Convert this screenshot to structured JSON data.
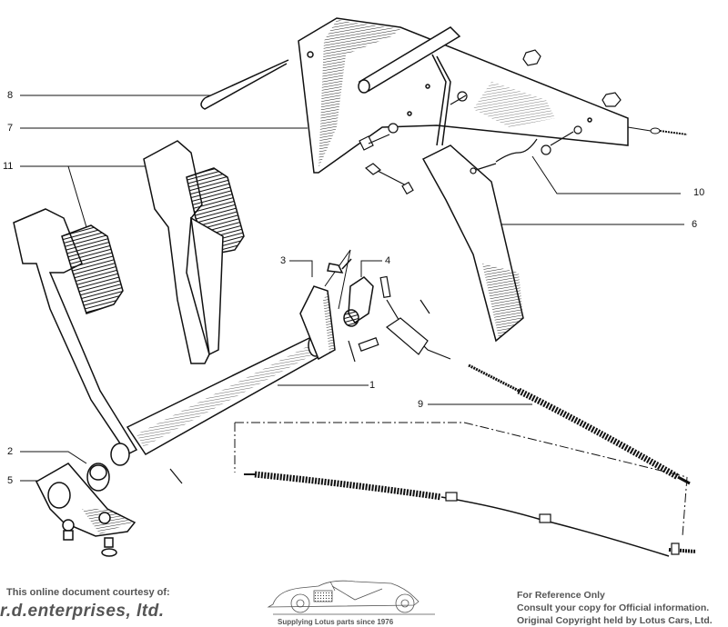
{
  "diagram": {
    "title": "Pedal assembly exploded view",
    "callouts": [
      {
        "id": "c8",
        "label": "8"
      },
      {
        "id": "c7",
        "label": "7"
      },
      {
        "id": "c11",
        "label": "11"
      },
      {
        "id": "c3",
        "label": "3"
      },
      {
        "id": "c4",
        "label": "4"
      },
      {
        "id": "c10",
        "label": "10"
      },
      {
        "id": "c6",
        "label": "6"
      },
      {
        "id": "c1",
        "label": "1"
      },
      {
        "id": "c9",
        "label": "9"
      },
      {
        "id": "c2",
        "label": "2"
      },
      {
        "id": "c5",
        "label": "5"
      }
    ]
  },
  "footer": {
    "courtesy": "This online document courtesy of:",
    "company": "r.d.enterprises, ltd.",
    "tagline": "Supplying Lotus parts since 1976",
    "notice": [
      "For Reference Only",
      "Consult your copy for Official information.",
      "Original Copyright held by Lotus Cars, Ltd."
    ]
  },
  "colors": {
    "ink": "#111111",
    "footer_text": "#555555",
    "background": "#ffffff"
  }
}
